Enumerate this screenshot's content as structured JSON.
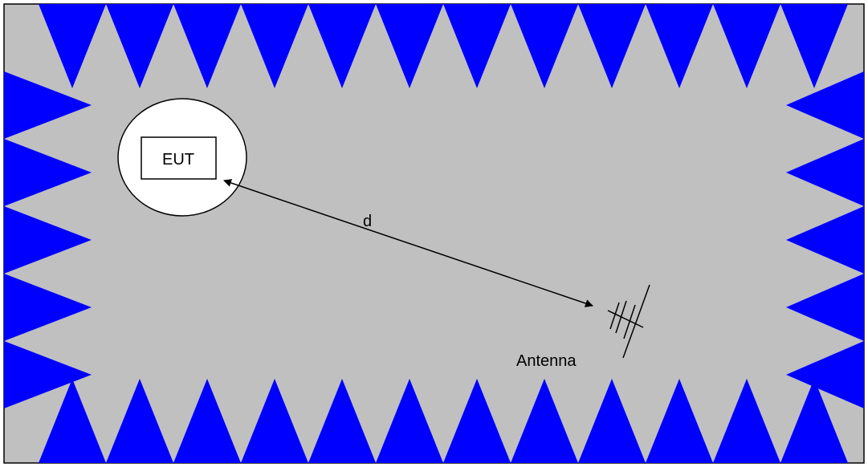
{
  "colors": {
    "chamber_fill": "#C0C0C0",
    "absorber": "#0000FF",
    "outline": "#000000",
    "turntable_fill": "#FFFFFF"
  },
  "labels": {
    "eut": "EUT",
    "distance": "d",
    "antenna": "Antenna"
  }
}
